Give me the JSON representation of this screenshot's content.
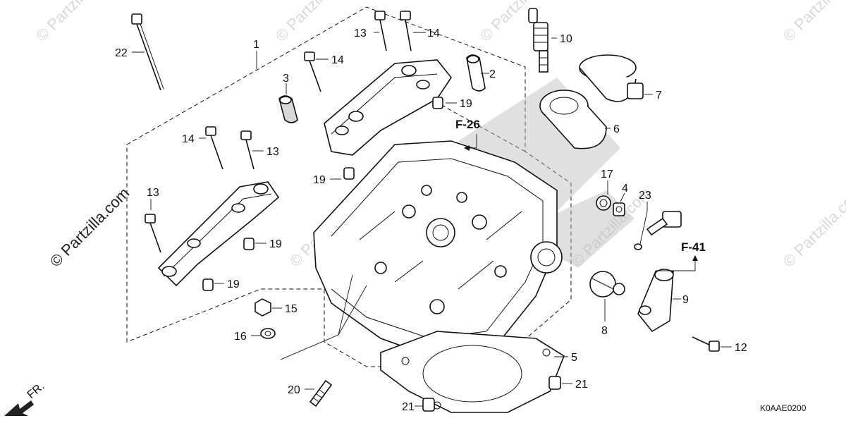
{
  "diagram": {
    "watermark": "© Partzilla.com",
    "watermark_main": "© Partzilla.com",
    "diagram_code": "K0AAE0200",
    "front_indicator": "FR.",
    "refs": {
      "f26": "F-26",
      "f41": "F-41"
    },
    "callouts": {
      "c1": "1",
      "c2": "2",
      "c3": "3",
      "c4": "4",
      "c5": "5",
      "c6": "6",
      "c7": "7",
      "c8": "8",
      "c9": "9",
      "c10": "10",
      "c12": "12",
      "c13a": "13",
      "c13b": "13",
      "c13c": "13",
      "c14a": "14",
      "c14b": "14",
      "c14c": "14",
      "c15": "15",
      "c16": "16",
      "c17": "17",
      "c19a": "19",
      "c19b": "19",
      "c19c": "19",
      "c19d": "19",
      "c20": "20",
      "c21a": "21",
      "c21b": "21",
      "c22": "22",
      "c23": "23"
    }
  }
}
